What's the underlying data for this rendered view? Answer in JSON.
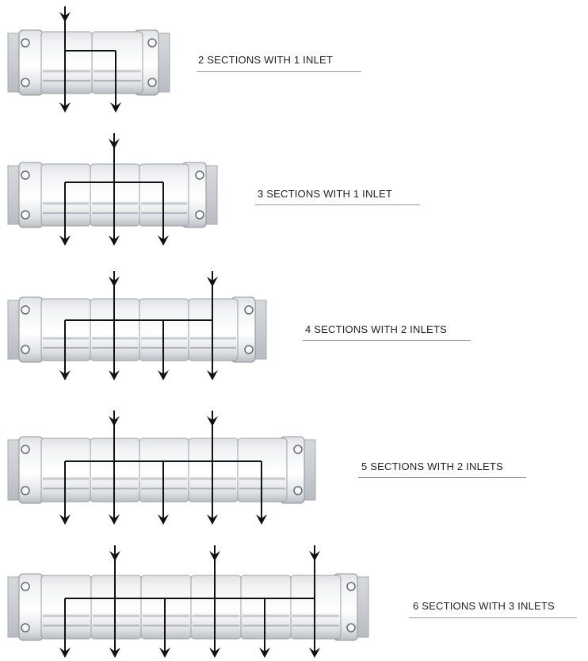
{
  "colors": {
    "block_light": "#f2f3f4",
    "block_mid": "#dfe2e5",
    "block_dark": "#b9bec3",
    "plate": "#c9cdd1",
    "plate_edge": "#a5aab0",
    "flow": "#111111",
    "caption_rule": "#999999"
  },
  "diagrams": [
    {
      "caption": "2 SECTIONS WITH 1 INLET",
      "sections": 2,
      "inlets": 1
    },
    {
      "caption": "3 SECTIONS WITH 1 INLET",
      "sections": 3,
      "inlets": 1
    },
    {
      "caption": "4 SECTIONS WITH 2 INLETS",
      "sections": 4,
      "inlets": 2
    },
    {
      "caption": "5 SECTIONS WITH 2 INLETS",
      "sections": 5,
      "inlets": 2
    },
    {
      "caption": "6 SECTIONS WITH 3 INLETS",
      "sections": 6,
      "inlets": 3
    }
  ]
}
